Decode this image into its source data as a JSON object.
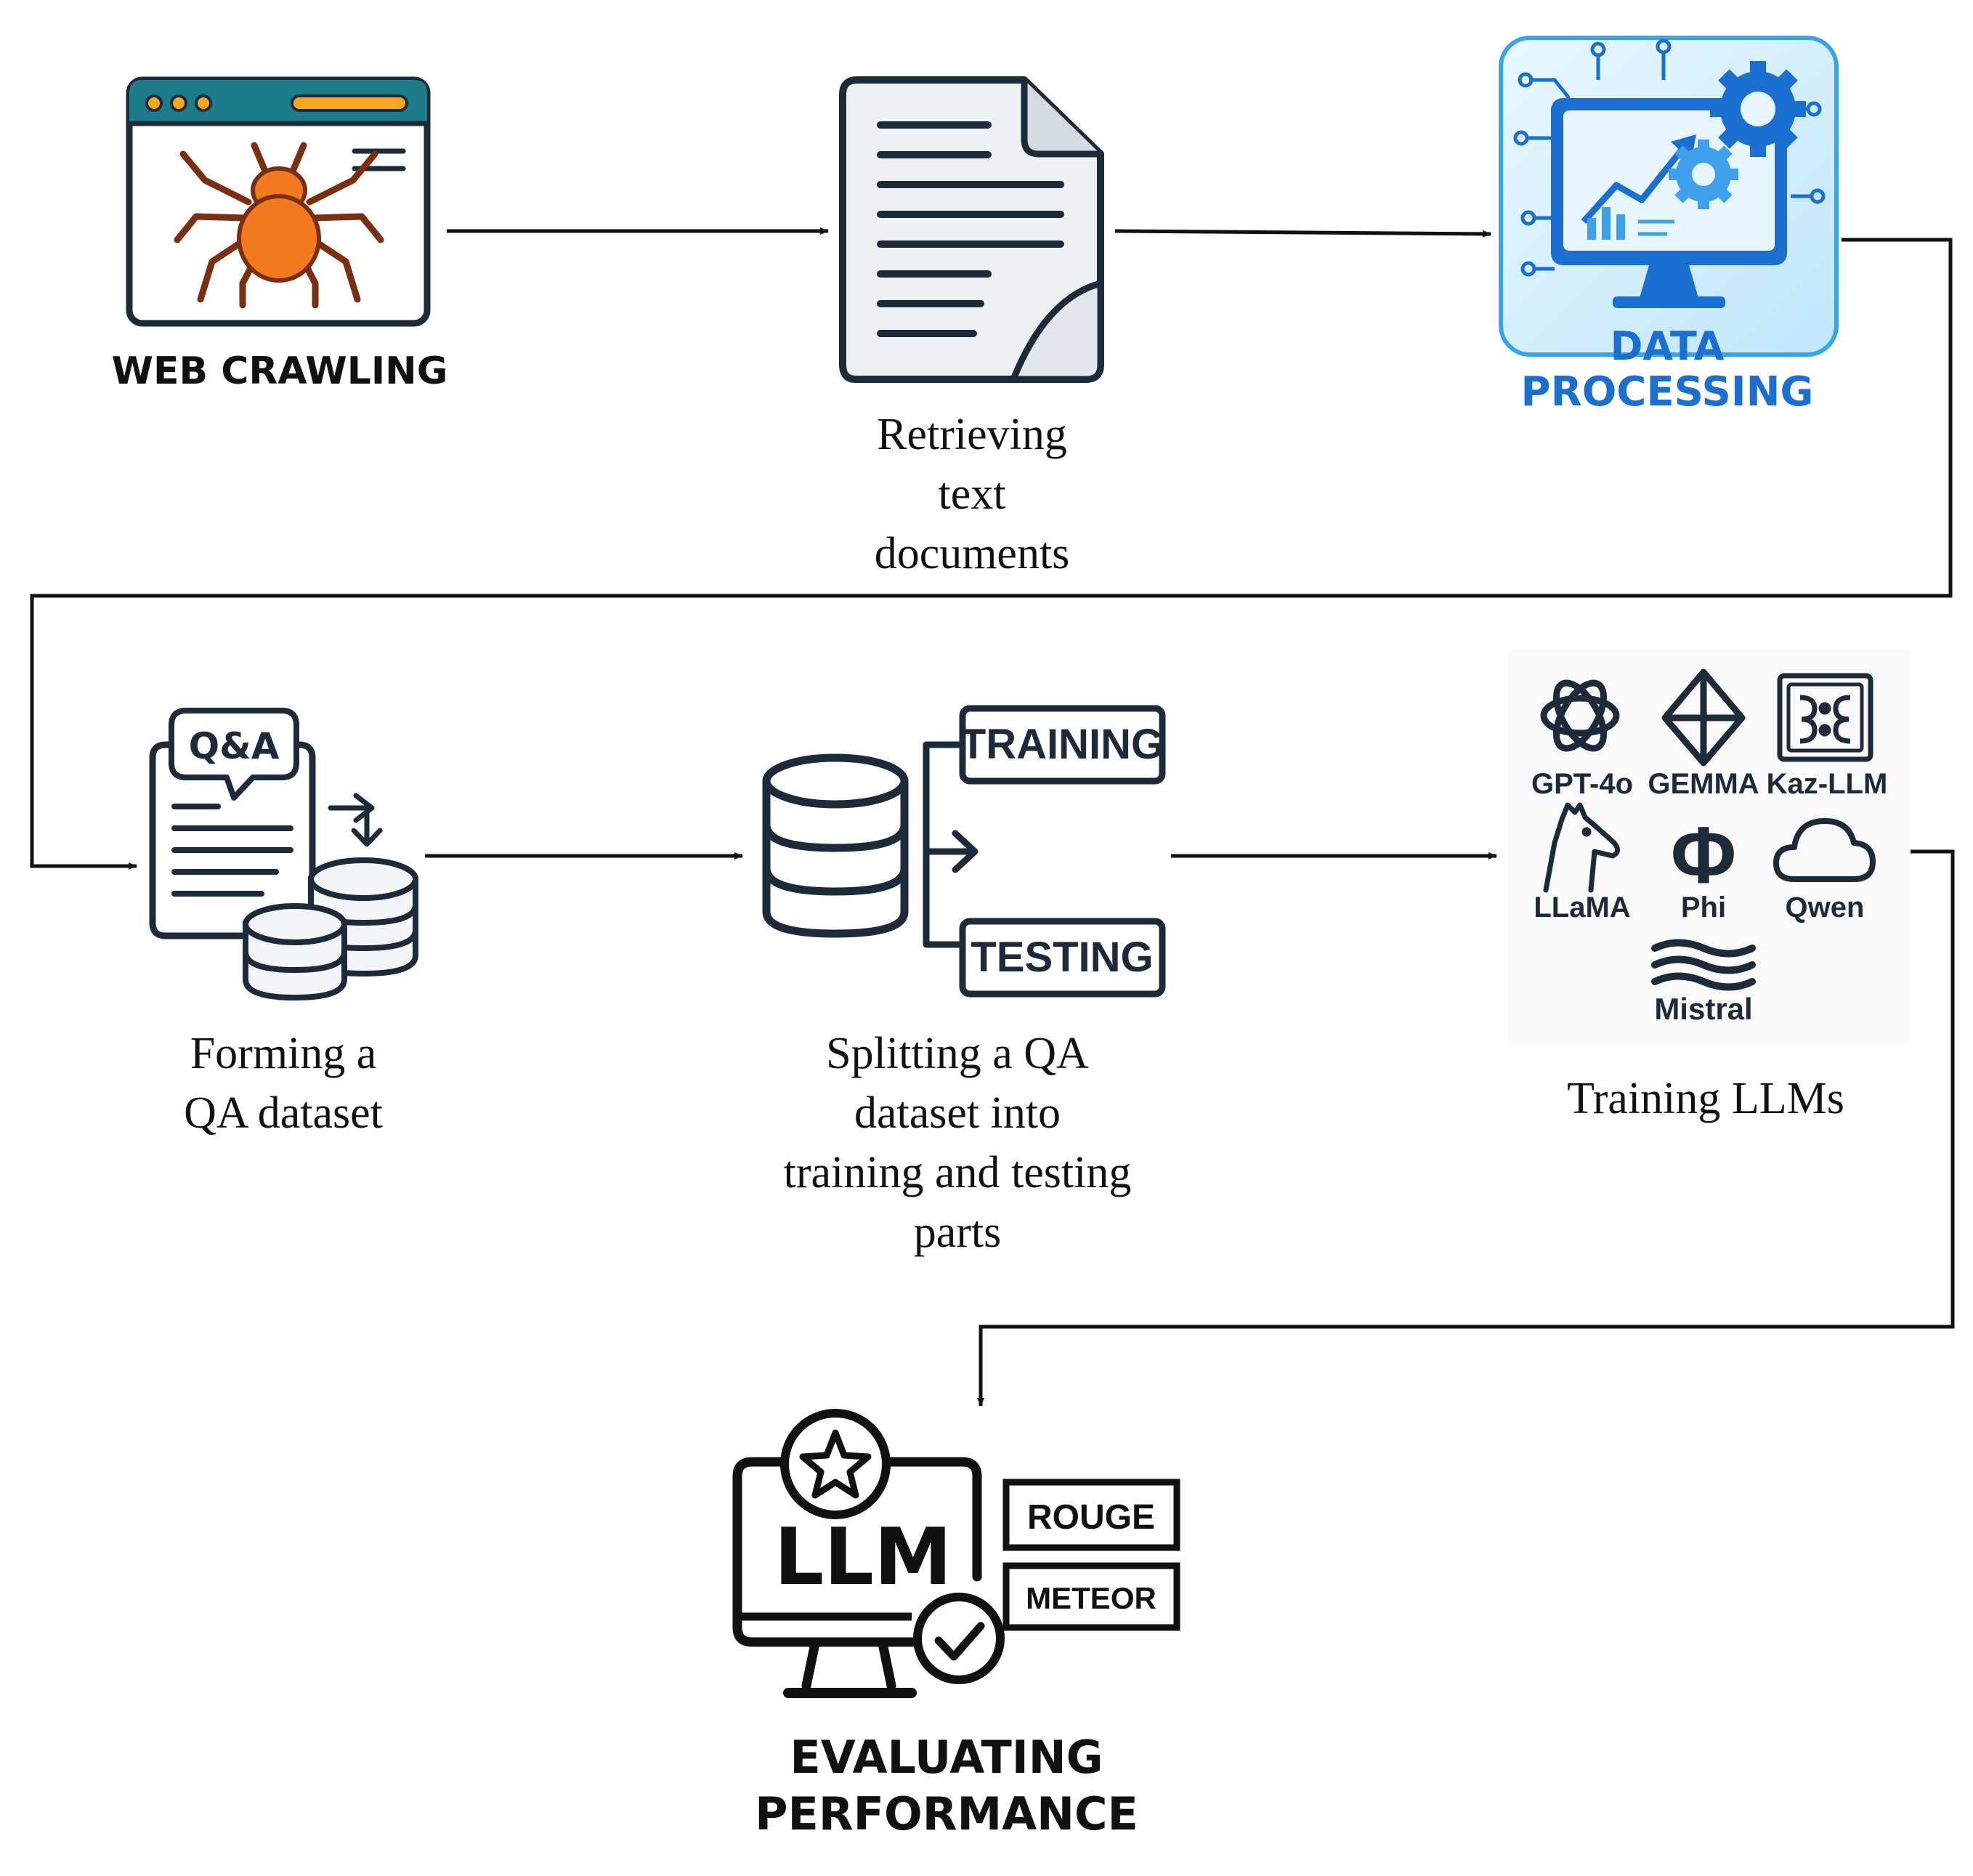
{
  "nodes": {
    "web_crawling": {
      "label": "WEB CRAWLING"
    },
    "retrieving": {
      "lines": [
        "Retrieving",
        "text",
        "documents"
      ]
    },
    "data_processing": {
      "lines": [
        "DATA",
        "PROCESSING"
      ]
    },
    "forming": {
      "icon_text": "Q&A",
      "lines": [
        "Forming a",
        "QA dataset"
      ]
    },
    "splitting": {
      "training_label": "TRAINING",
      "testing_label": "TESTING",
      "lines": [
        "Splitting a QA",
        "dataset into",
        "training and testing",
        "parts"
      ]
    },
    "training_llms": {
      "models": [
        "GPT-4o",
        "GEMMA",
        "Kaz-LLM",
        "LLaMA",
        "Phi",
        "Qwen",
        "Mistral"
      ],
      "phi_symbol": "Φ",
      "caption": "Training LLMs"
    },
    "evaluating": {
      "monitor_text": "LLM",
      "metrics": [
        "ROUGE",
        "METEOR"
      ],
      "lines": [
        "EVALUATING",
        "PERFORMANCE"
      ]
    }
  },
  "colors": {
    "line": "#111111",
    "spider": "#F47A20",
    "spider_legs": "#7A2E12",
    "browser_bar": "#1E7C8A",
    "accent_yellow": "#F5A623",
    "data_blue": "#1A6FD1",
    "data_light": "#DDF1FD",
    "dark_navy": "#1D2A3A"
  },
  "icons": [
    "spider-icon",
    "document-icon",
    "data-processing-icon",
    "qa-dataset-icon",
    "database-split-icon",
    "openai-icon",
    "gemma-icon",
    "kaz-llm-icon",
    "llama-icon",
    "phi-icon",
    "qwen-cloud-icon",
    "mistral-icon",
    "llm-monitor-icon",
    "star-icon",
    "checkmark-icon"
  ]
}
